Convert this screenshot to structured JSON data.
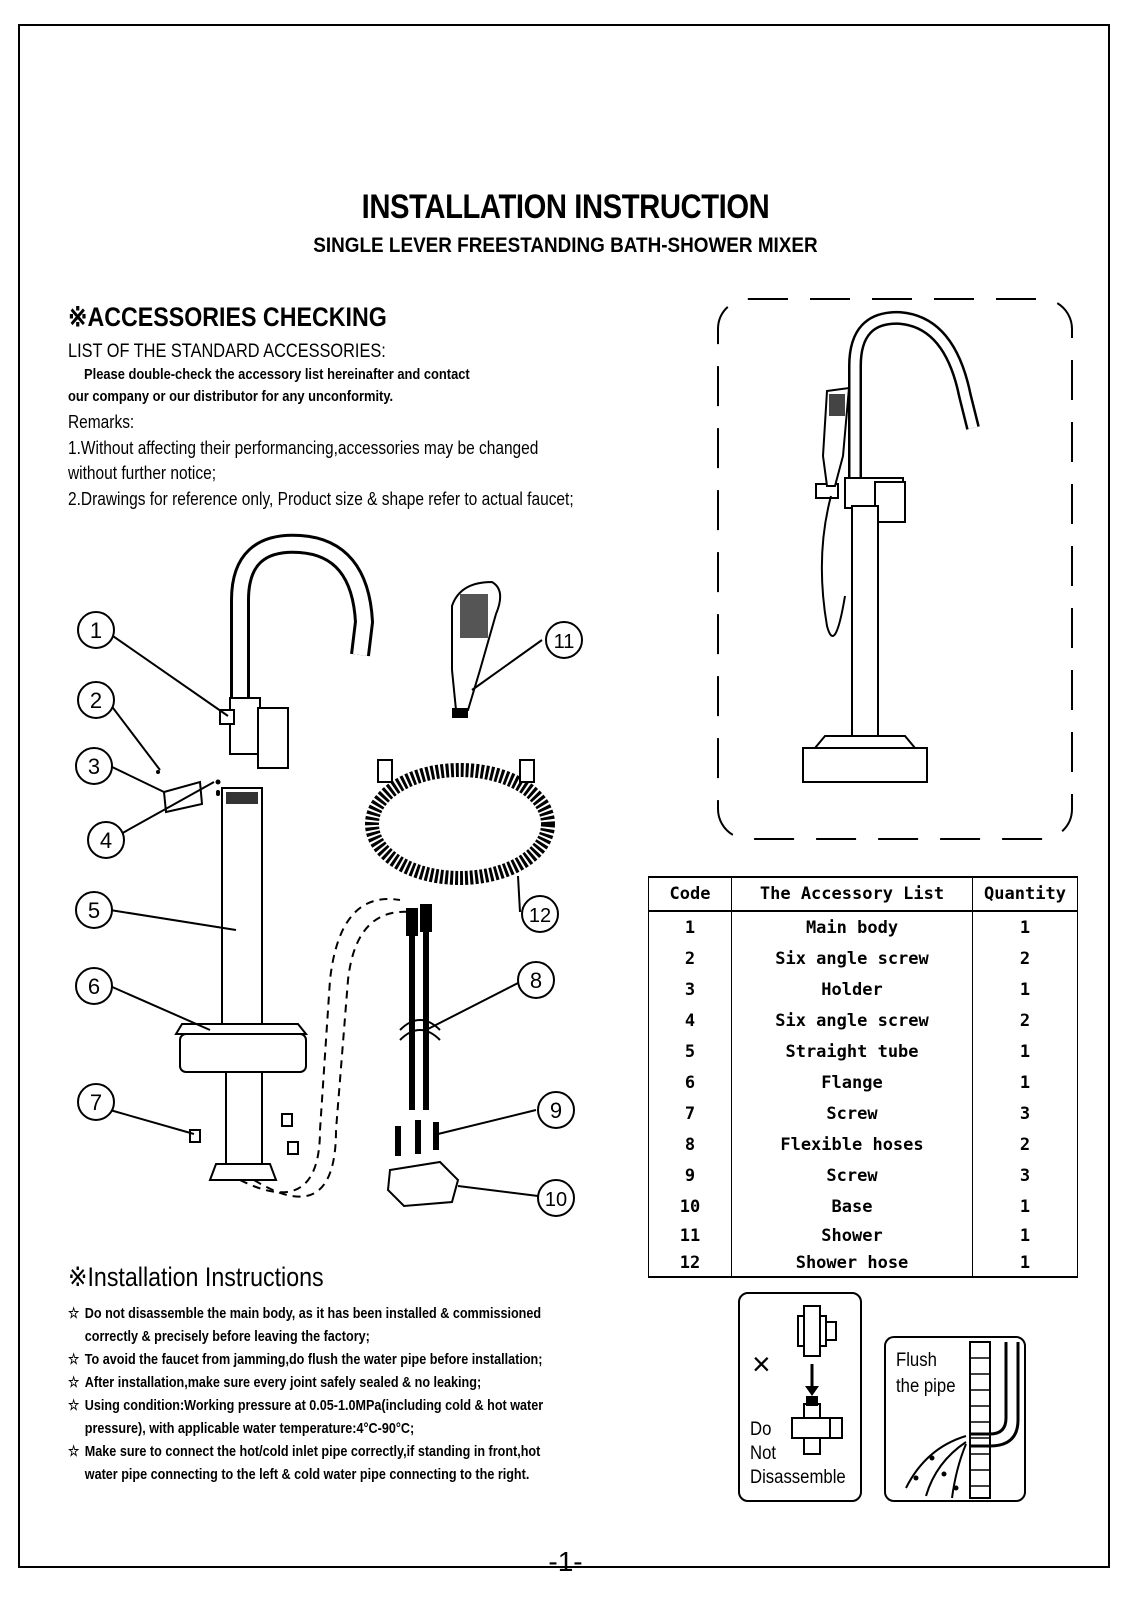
{
  "header": {
    "title": "INSTALLATION INSTRUCTION",
    "subtitle": "SINGLE LEVER FREESTANDING BATH-SHOWER MIXER"
  },
  "accessories": {
    "heading": "※ACCESSORIES CHECKING",
    "list_title": "LIST OF THE STANDARD ACCESSORIES:",
    "note_line1": "Please double-check the accessory list hereinafter and contact",
    "note_line2": "our company or our distributor for any unconformity.",
    "remarks_label": "Remarks:",
    "remark1_line1": "1.Without affecting their performancing,accessories may be changed",
    "remark1_line2": "without further notice;",
    "remark2": "2.Drawings for reference only,  Product size & shape refer to actual faucet;"
  },
  "callouts": [
    "1",
    "2",
    "3",
    "4",
    "5",
    "6",
    "7",
    "8",
    "9",
    "10",
    "11",
    "12"
  ],
  "table": {
    "headers": {
      "code": "Code",
      "name": "The Accessory List",
      "qty": "Quantity"
    },
    "rows": [
      {
        "code": "1",
        "name": "Main body",
        "qty": "1"
      },
      {
        "code": "2",
        "name": "Six angle screw",
        "qty": "2"
      },
      {
        "code": "3",
        "name": "Holder",
        "qty": "1"
      },
      {
        "code": "4",
        "name": "Six angle screw",
        "qty": "2"
      },
      {
        "code": "5",
        "name": "Straight tube",
        "qty": "1"
      },
      {
        "code": "6",
        "name": "Flange",
        "qty": "1"
      },
      {
        "code": "7",
        "name": "Screw",
        "qty": "3"
      },
      {
        "code": "8",
        "name": "Flexible hoses",
        "qty": "2"
      },
      {
        "code": "9",
        "name": "Screw",
        "qty": "3"
      },
      {
        "code": "10",
        "name": "Base",
        "qty": "1"
      },
      {
        "code": "11",
        "name": "Shower",
        "qty": "1"
      },
      {
        "code": "12",
        "name": "Shower hose",
        "qty": "1"
      }
    ]
  },
  "installation": {
    "heading": "※Installation Instructions",
    "star": "☆",
    "items": [
      {
        "line1": "Do not disassemble the main body,  as it has been installed & commissioned",
        "line2": "correctly & precisely before leaving the factory;"
      },
      {
        "line1": "To avoid the faucet from jamming,do flush the water pipe before installation;",
        "line2": ""
      },
      {
        "line1": "After installation,make sure every joint safely sealed & no leaking;",
        "line2": ""
      },
      {
        "line1": "Using condition:Working pressure at 0.05-1.0MPa(including cold & hot water",
        "line2": "pressure),  with applicable water temperature:4°C-90°C;"
      },
      {
        "line1": "Make sure to connect the hot/cold inlet pipe correctly,if standing in front,hot",
        "line2": "water pipe connecting to the left & cold water pipe connecting to the right."
      }
    ]
  },
  "warning_box": {
    "cross": "×",
    "line1": "Do",
    "line2": "Not",
    "line3": "Disassemble"
  },
  "flush_box": {
    "line1": "Flush",
    "line2": "the pipe"
  },
  "page_number": "-1-"
}
